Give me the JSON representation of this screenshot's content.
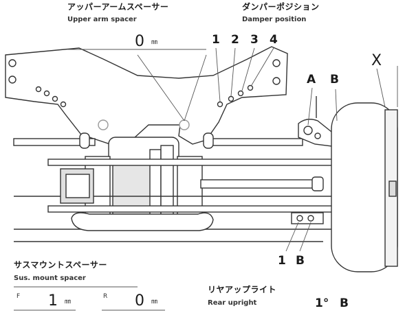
{
  "upper_arm_spacer": {
    "jp": "アッパーアームスペーサー",
    "en": "Upper arm spacer",
    "value": "0",
    "unit": "㎜"
  },
  "damper_position": {
    "jp": "ダンパーポジション",
    "en": "Damper position",
    "holes": [
      "1",
      "2",
      "3",
      "4"
    ],
    "highlight": "3"
  },
  "side_labels": {
    "a": "A",
    "b": "B",
    "x": "X"
  },
  "sus_mount_spacer": {
    "jp": "サスマウントスペーサー",
    "en": "Sus. mount spacer",
    "front_label": "F",
    "front_value": "1",
    "front_unit": "㎜",
    "rear_label": "R",
    "rear_value": "0",
    "rear_unit": "㎜"
  },
  "rear_upright": {
    "jp": "リヤアップライト",
    "en": "Rear upright",
    "pos_1": "1",
    "pos_b": "B",
    "angle": "1°",
    "angle_b": "B"
  },
  "colors": {
    "line": "#333333",
    "fill": "#ffffff",
    "shade": "#cfcfcf",
    "marker_ring": "#999999"
  }
}
